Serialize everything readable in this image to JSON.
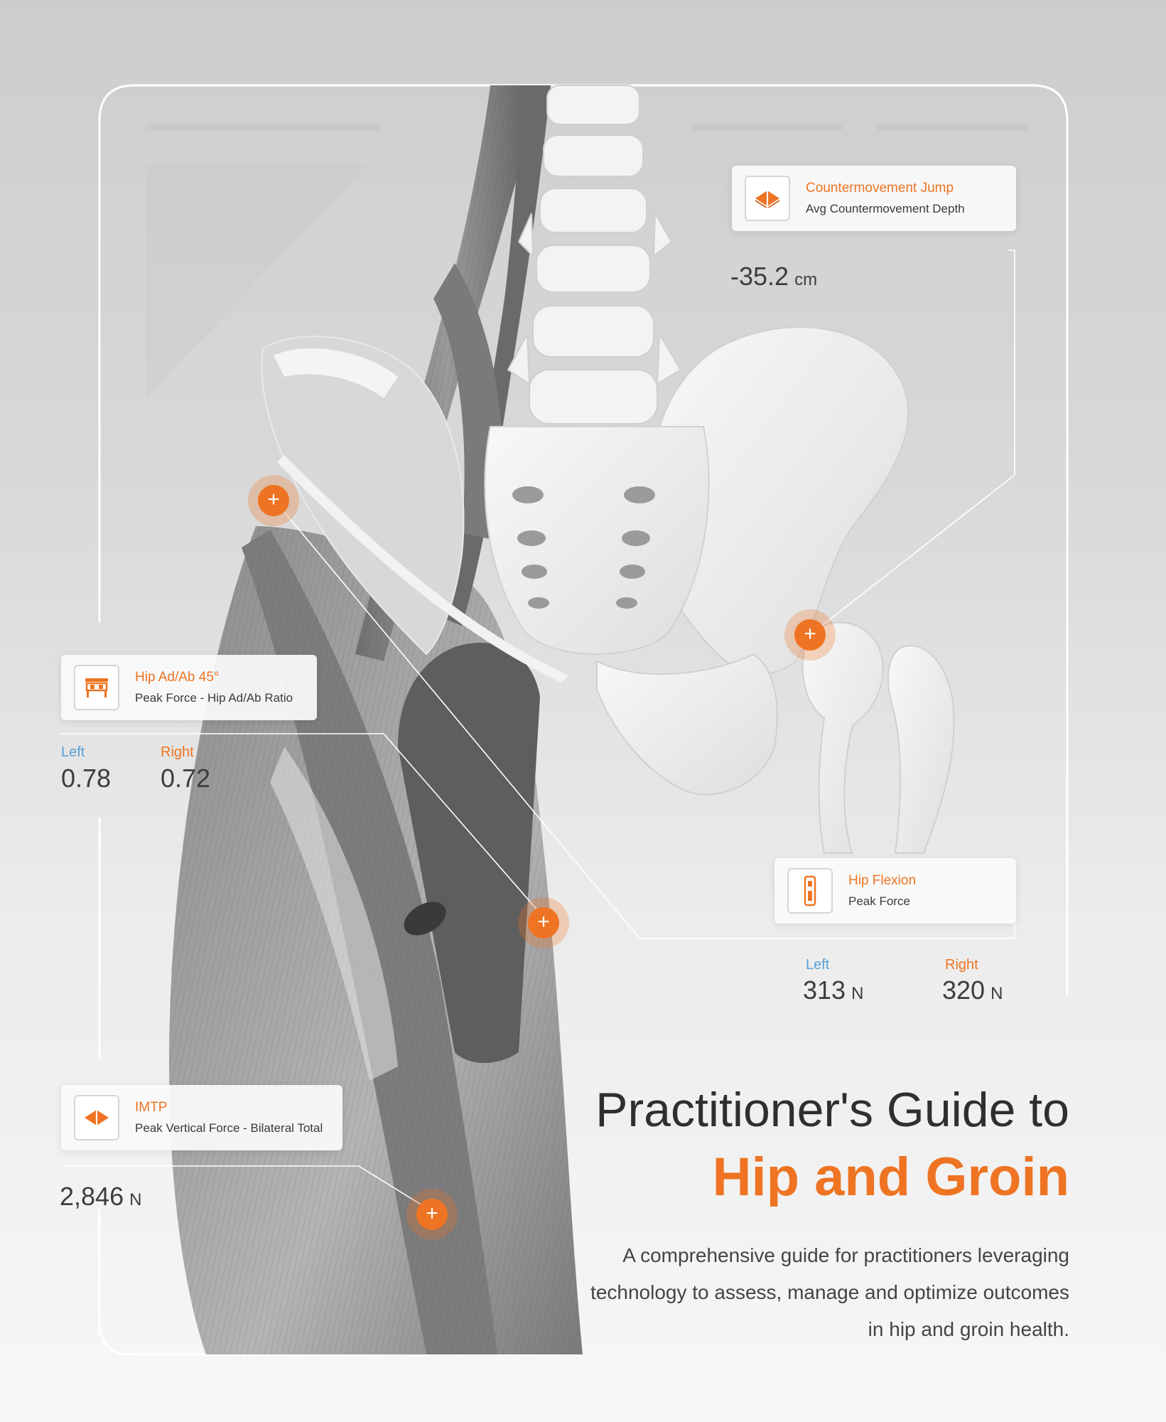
{
  "cards": {
    "cmj": {
      "title": "Countermovement Jump",
      "subtitle": "Avg Countermovement Depth",
      "value": "-35.2",
      "unit": "cm",
      "icon": "force-plate-icon"
    },
    "hip_adab": {
      "title": "Hip Ad/Ab 45°",
      "subtitle": "Peak Force - Hip Ad/Ab Ratio",
      "left_label": "Left",
      "right_label": "Right",
      "left_value": "0.78",
      "right_value": "0.72",
      "icon": "adductor-rig-icon"
    },
    "hip_flexion": {
      "title": "Hip Flexion",
      "subtitle": "Peak Force",
      "left_label": "Left",
      "right_label": "Right",
      "left_value": "313",
      "right_value": "320",
      "unit": "N",
      "icon": "dynamometer-icon"
    },
    "imtp": {
      "title": "IMTP",
      "subtitle": "Peak Vertical Force - Bilateral Total",
      "value": "2,846",
      "unit": "N",
      "icon": "force-plate-icon"
    }
  },
  "heading": {
    "line1": "Practitioner's Guide to",
    "line2": "Hip and Groin"
  },
  "description": "A comprehensive guide for practitioners leveraging technology to assess, manage and optimize outcomes in hip and groin health.",
  "colors": {
    "accent": "#ee7423",
    "left": "#5aa0d6",
    "text": "#3a3a3a"
  }
}
